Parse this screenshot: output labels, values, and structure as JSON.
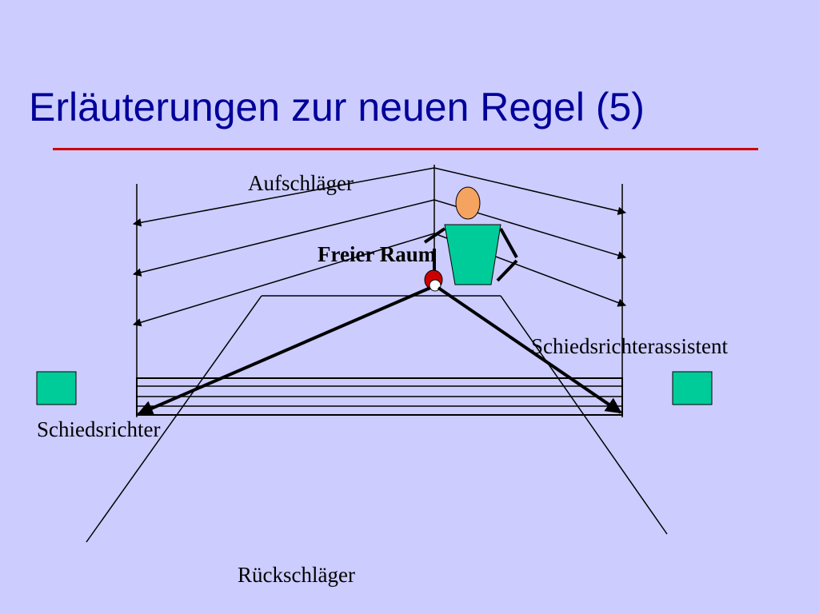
{
  "slide": {
    "title": "Erläuterungen zur neuen Regel (5)"
  },
  "labels": {
    "server": "Aufschläger",
    "free_space": "Freier Raum",
    "assistant_umpire": "Schiedsrichterassistent",
    "umpire": "Schiedsrichter",
    "receiver": "Rückschläger"
  },
  "colors": {
    "background": "#CCCCFF",
    "title": "#000099",
    "title_rule": "#CC0000",
    "umpire_box": "#00CC99",
    "server_head": "#F4A460",
    "server_body": "#00CC99",
    "ball": "#CC0000"
  }
}
